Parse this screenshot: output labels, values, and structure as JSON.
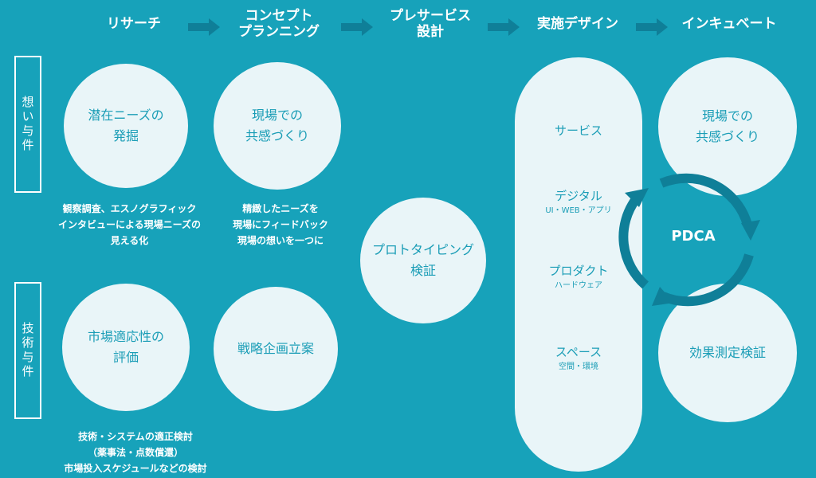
{
  "colors": {
    "background": "#17a2ba",
    "circle_fill": "#e9f5f8",
    "circle_text": "#1a9db6",
    "arrow": "#0f7f98",
    "cycle": "#0f7f98"
  },
  "phases": [
    "リサーチ",
    "コンセプト\nプランニング",
    "プレサービス\n設計",
    "実施デザイン",
    "インキュベート"
  ],
  "side_labels": {
    "top": "想い与件",
    "bottom": "技術与件"
  },
  "circles": {
    "research_top": "潜在ニーズの\n発掘",
    "concept_top": "現場での\n共感づくり",
    "research_bottom": "市場適応性の\n評価",
    "concept_bottom": "戦略企画立案",
    "prototype": "プロトタイピング\n検証",
    "incubate_top": "現場での\n共感づくり",
    "incubate_bottom": "効果測定検証"
  },
  "notes": {
    "research_top": "観察調査、エスノグラフィック\nインタビューによる現場ニーズの\n見える化",
    "concept_top": "精緻したニーズを\n現場にフィードバック\n現場の想いを一つに",
    "research_bottom": "技術・システムの適正検討\n（薬事法・点数償還）\n市場投入スケジュールなどの検討"
  },
  "design_items": [
    {
      "label": "サービス",
      "sub": ""
    },
    {
      "label": "デジタル",
      "sub": "UI・WEB・アプリ"
    },
    {
      "label": "プロダクト",
      "sub": "ハードウェア"
    },
    {
      "label": "スペース",
      "sub": "空間・環境"
    }
  ],
  "pdca": "PDCA"
}
